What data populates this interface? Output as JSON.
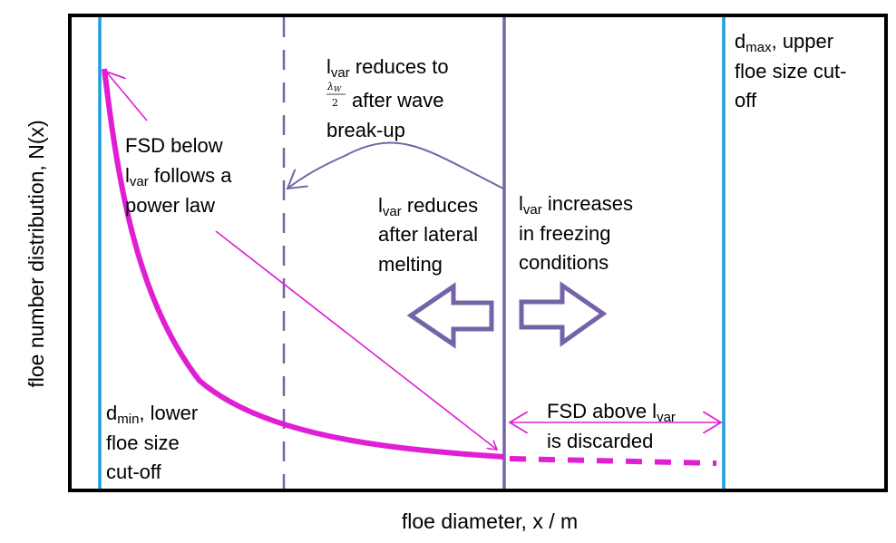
{
  "axes": {
    "x_label": "floe diameter, x / m",
    "y_label": "floe number distribution, N(x)"
  },
  "colors": {
    "frame": "#000000",
    "cutoff": "#1a9fe0",
    "lvar": "#7563a8",
    "fsd": "#e01fd4"
  },
  "dmax": {
    "sym": "d",
    "sub": "max",
    "line1_rest": ", upper",
    "line2": "floe size cut-",
    "line3": "off"
  },
  "dmin": {
    "sym": "d",
    "sub": "min",
    "line1_rest": ", lower",
    "line2": "floe size",
    "line3": "cut-off"
  },
  "wave": {
    "sym": "l",
    "sub": "var",
    "line1_rest": " reduces to",
    "frac_num": "λ",
    "frac_num_sub": "W",
    "frac_den": "2",
    "line2_rest": "after wave",
    "line3": "break-up"
  },
  "fsd_below": {
    "line1": "FSD below",
    "sym": "l",
    "sub": "var",
    "line2_rest": " follows a",
    "line3": "power law"
  },
  "melt": {
    "sym": "l",
    "sub": "var",
    "line1_rest": " reduces",
    "line2": "after lateral",
    "line3": "melting"
  },
  "freeze": {
    "sym": "l",
    "sub": "var",
    "line1_rest": " increases",
    "line2": "in freezing",
    "line3": "conditions"
  },
  "fsd_above": {
    "line1": "FSD above ",
    "sym": "l",
    "sub": "var",
    "line2": "is discarded"
  }
}
